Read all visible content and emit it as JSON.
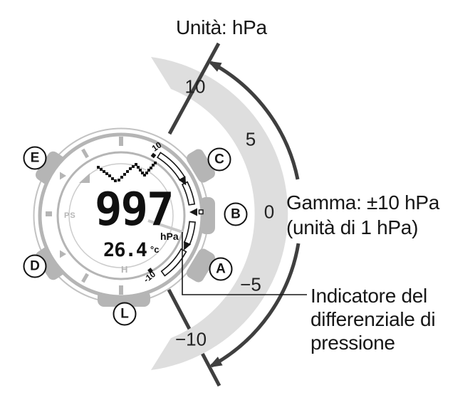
{
  "annotations": {
    "unit_label": "Unità: hPa",
    "range_label_line1": "Gamma: ±10 hPa",
    "range_label_line2": "(unità di 1 hPa)",
    "indicator_label_line1": "Indicatore del",
    "indicator_label_line2": "differenziale di",
    "indicator_label_line3": "pressione"
  },
  "arc_scale": {
    "unit": "hPa",
    "range": "±10 hPa",
    "step": "1 hPa",
    "labels": [
      "10",
      "5",
      "0",
      "−5",
      "−10"
    ]
  },
  "watch": {
    "button_labels": {
      "top_left": "E",
      "top_right": "C",
      "right": "B",
      "bottom_right": "A",
      "bottom_left": "D",
      "bottom": "L"
    },
    "dial": {
      "scale_top": "10",
      "scale_bottom": "-10",
      "side_text": "PS",
      "bottom_text": "H"
    },
    "display": {
      "pressure_value": "997",
      "pressure_unit": "hPa",
      "temperature_value": "26.4",
      "temperature_unit": "°c"
    }
  },
  "colors": {
    "band_gray": "#dedede",
    "arrow_dark": "#3f3f3f",
    "case_gray": "#b5b5b5",
    "ink": "#161616"
  }
}
